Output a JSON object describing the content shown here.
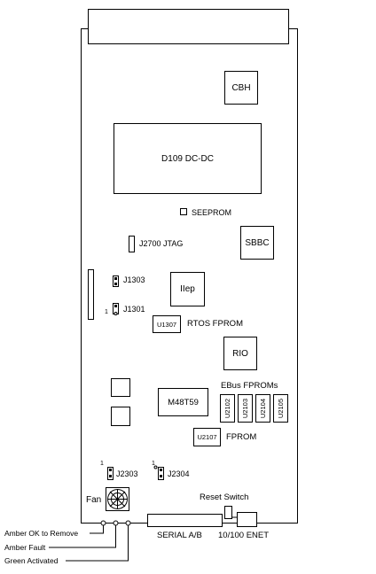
{
  "components": {
    "cbh": "CBH",
    "d109": "D109 DC-DC",
    "seeprom": "SEEPROM",
    "sbbc": "SBBC",
    "j2700": "J2700 JTAG",
    "j1303": "J1303",
    "j1301": "J1301",
    "j1301_pin": "1",
    "iiep": "IIep",
    "u1307": "U1307",
    "rtos_fprom": "RTOS  FPROM",
    "rio": "RIO",
    "m48t59": "M48T59",
    "ebus_fproms": "EBus  FPROMs",
    "u2102": "U2102",
    "u2103": "U2103",
    "u2104": "U2104",
    "u2105": "U2105",
    "u2107": "U2107",
    "fprom": "FPROM",
    "j2303": "J2303",
    "j2303_pin": "1",
    "j2304": "J2304",
    "j2304_pin": "1",
    "fan": "Fan",
    "reset_switch": "Reset  Switch",
    "serial": "SERIAL  A/B",
    "enet": "10/100  ENET"
  },
  "leds": {
    "amber_ok": "Amber  OK to Remove",
    "amber_fault": "Amber Fault",
    "green_activated": "Green Activated"
  }
}
